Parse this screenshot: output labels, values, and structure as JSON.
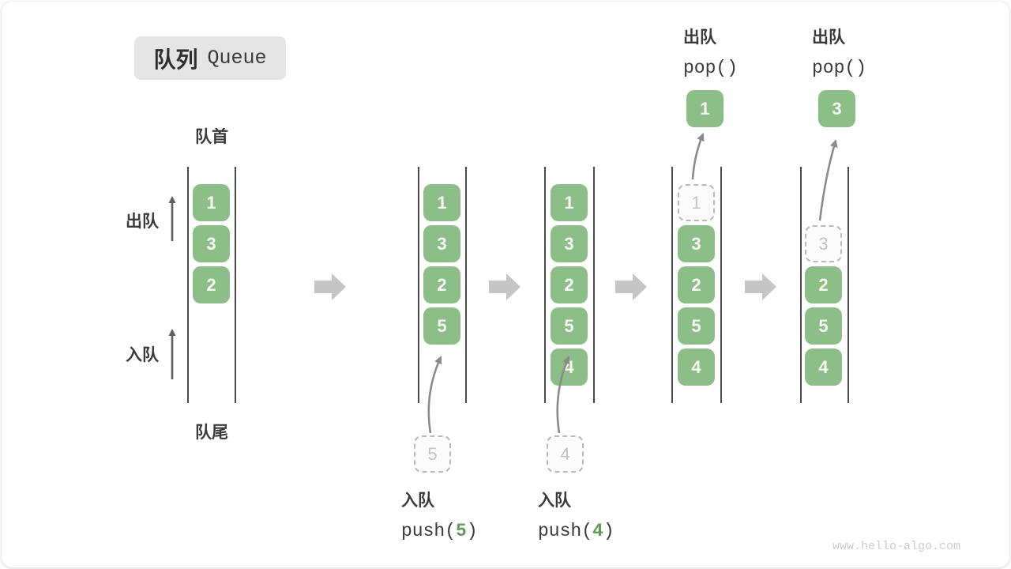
{
  "title": {
    "zh": "队列",
    "en": "Queue"
  },
  "labels": {
    "front": "队首",
    "rear": "队尾",
    "dequeue": "出队",
    "enqueue": "入队"
  },
  "operations": {
    "push5": {
      "name": "入队",
      "fn_open": "push(",
      "arg": "5",
      "fn_close": ")"
    },
    "push4": {
      "name": "入队",
      "fn_open": "push(",
      "arg": "4",
      "fn_close": ")"
    },
    "pop_first": {
      "name": "出队",
      "fn": "pop()"
    },
    "pop_second": {
      "name": "出队",
      "fn": "pop()"
    }
  },
  "stages": [
    {
      "items": [
        "1",
        "3",
        "2"
      ]
    },
    {
      "items": [
        "1",
        "3",
        "2",
        "5"
      ],
      "incoming": "5"
    },
    {
      "items": [
        "1",
        "3",
        "2",
        "5",
        "4"
      ],
      "incoming": "4"
    },
    {
      "items": [
        "3",
        "2",
        "5",
        "4"
      ],
      "removed": "1",
      "popped": "1"
    },
    {
      "items": [
        "2",
        "5",
        "4"
      ],
      "removed": "3",
      "popped": "3"
    }
  ],
  "watermark": "www.hello-algo.com",
  "colors": {
    "item_green": "#8cbf88",
    "arg_green": "#5d9e54",
    "block_arrow_gray": "#c5c5c5",
    "curve_arrow_gray": "#8b8b8b",
    "badge_gray": "#e5e5e5",
    "dashed_border": "#b9b9b9"
  }
}
